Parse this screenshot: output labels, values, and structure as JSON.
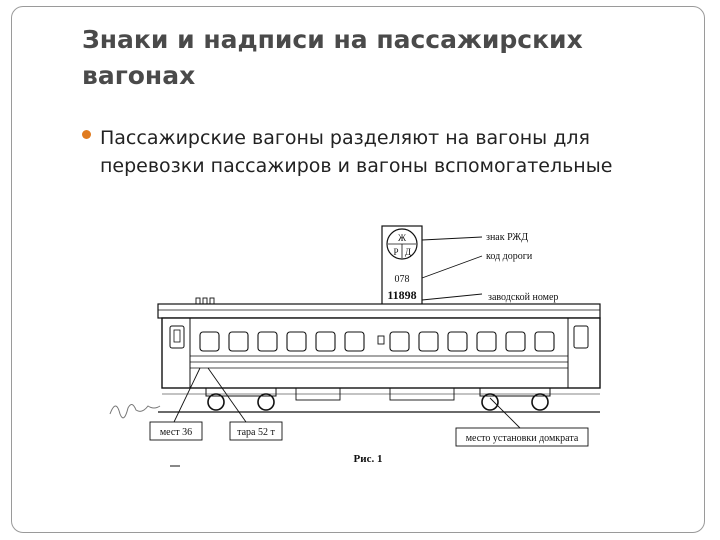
{
  "slide": {
    "title": "Знаки и надписи на пассажирских вагонах",
    "bullet": "Пассажирские вагоны разделяют на вагоны для перевозки пассажиров и вагоны вспомогательные"
  },
  "figure": {
    "emblem_letters": [
      "Ж",
      "Р",
      "Д"
    ],
    "road_code": "078",
    "factory_number": "11898",
    "labels": {
      "rzd_sign": "знак РЖД",
      "road_code": "код дороги",
      "factory_number": "заводской номер",
      "seats": "мест 36",
      "tare": "тара 52 т",
      "jack_place": "место установки домкрата"
    },
    "caption": "Рис. 1"
  },
  "colors": {
    "title": "#4a4a4a",
    "bullet": "#e07b1f",
    "frame": "#9a9a9a"
  }
}
